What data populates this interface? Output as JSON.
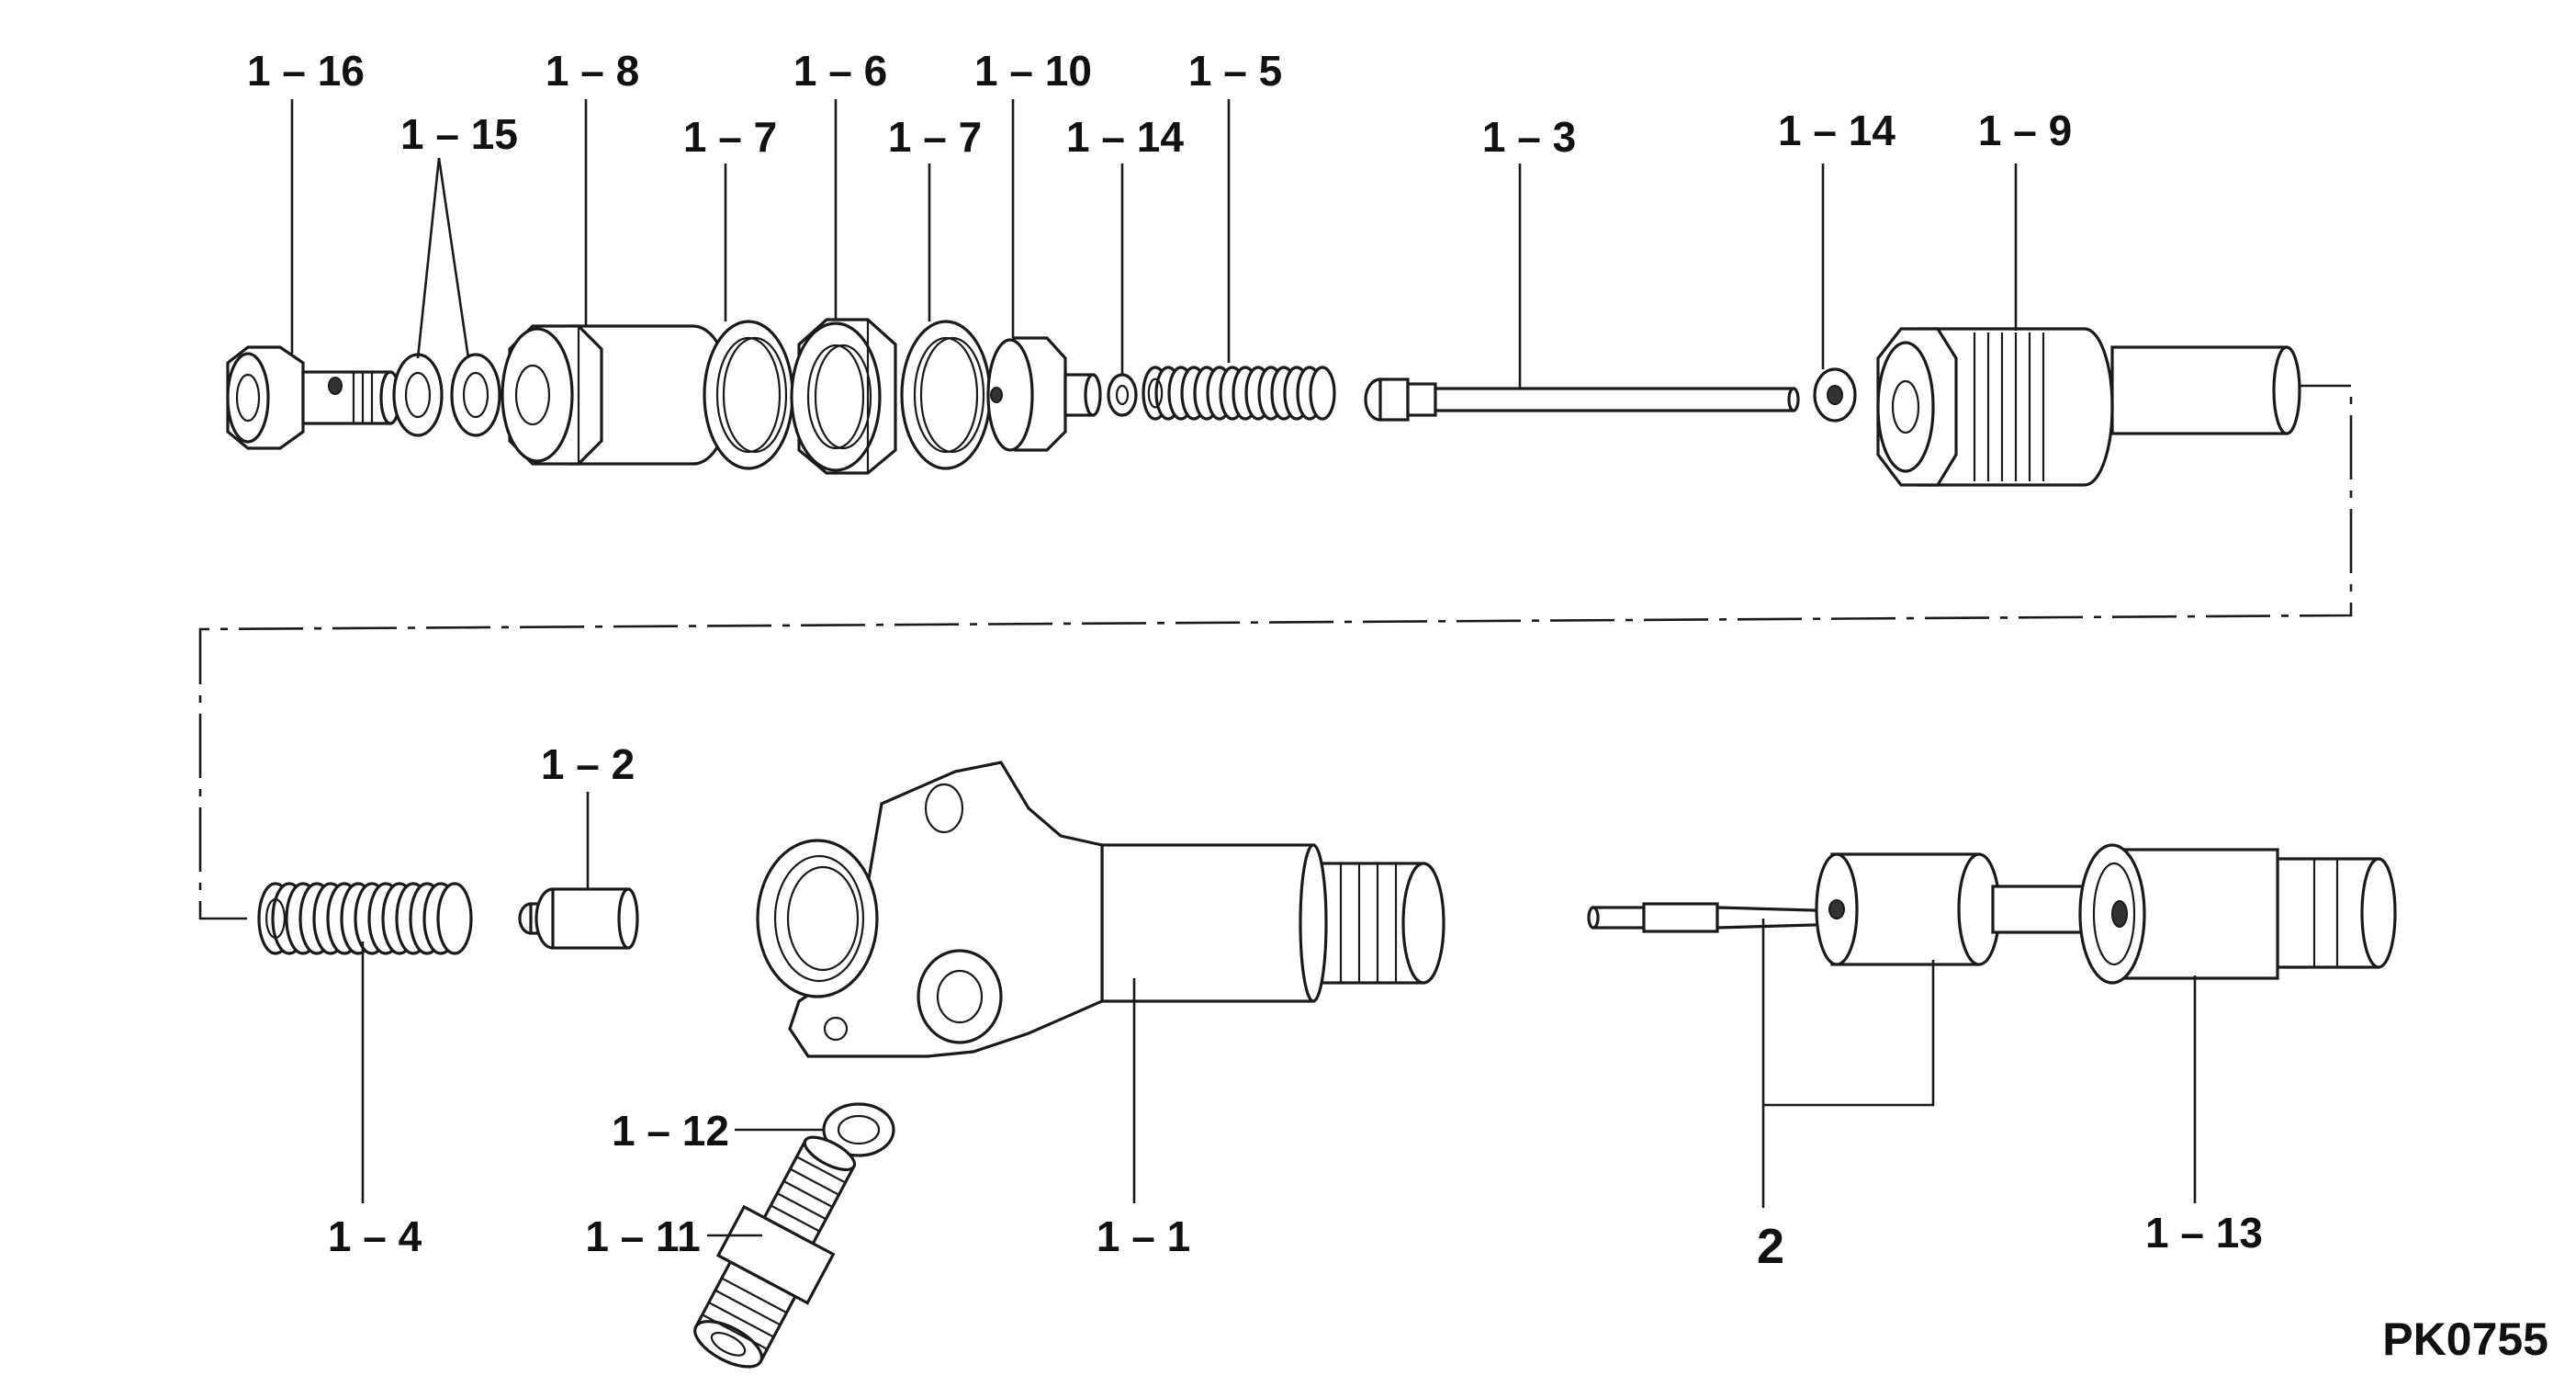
{
  "diagram": {
    "drawing_code": "PK0755",
    "labels": {
      "l_1_16": "1 – 16",
      "l_1_15": "1 – 15",
      "l_1_8": "1 – 8",
      "l_1_7a": "1 – 7",
      "l_1_6": "1 – 6",
      "l_1_7b": "1 – 7",
      "l_1_10": "1 – 10",
      "l_1_14a": "1 – 14",
      "l_1_5": "1 – 5",
      "l_1_3": "1 – 3",
      "l_1_14b": "1 – 14",
      "l_1_9": "1 – 9",
      "l_1_2": "1 – 2",
      "l_1_4": "1 – 4",
      "l_1_12": "1 – 12",
      "l_1_11": "1 – 11",
      "l_1_1": "1 – 1",
      "l_2": "2",
      "l_1_13": "1 – 13"
    }
  }
}
